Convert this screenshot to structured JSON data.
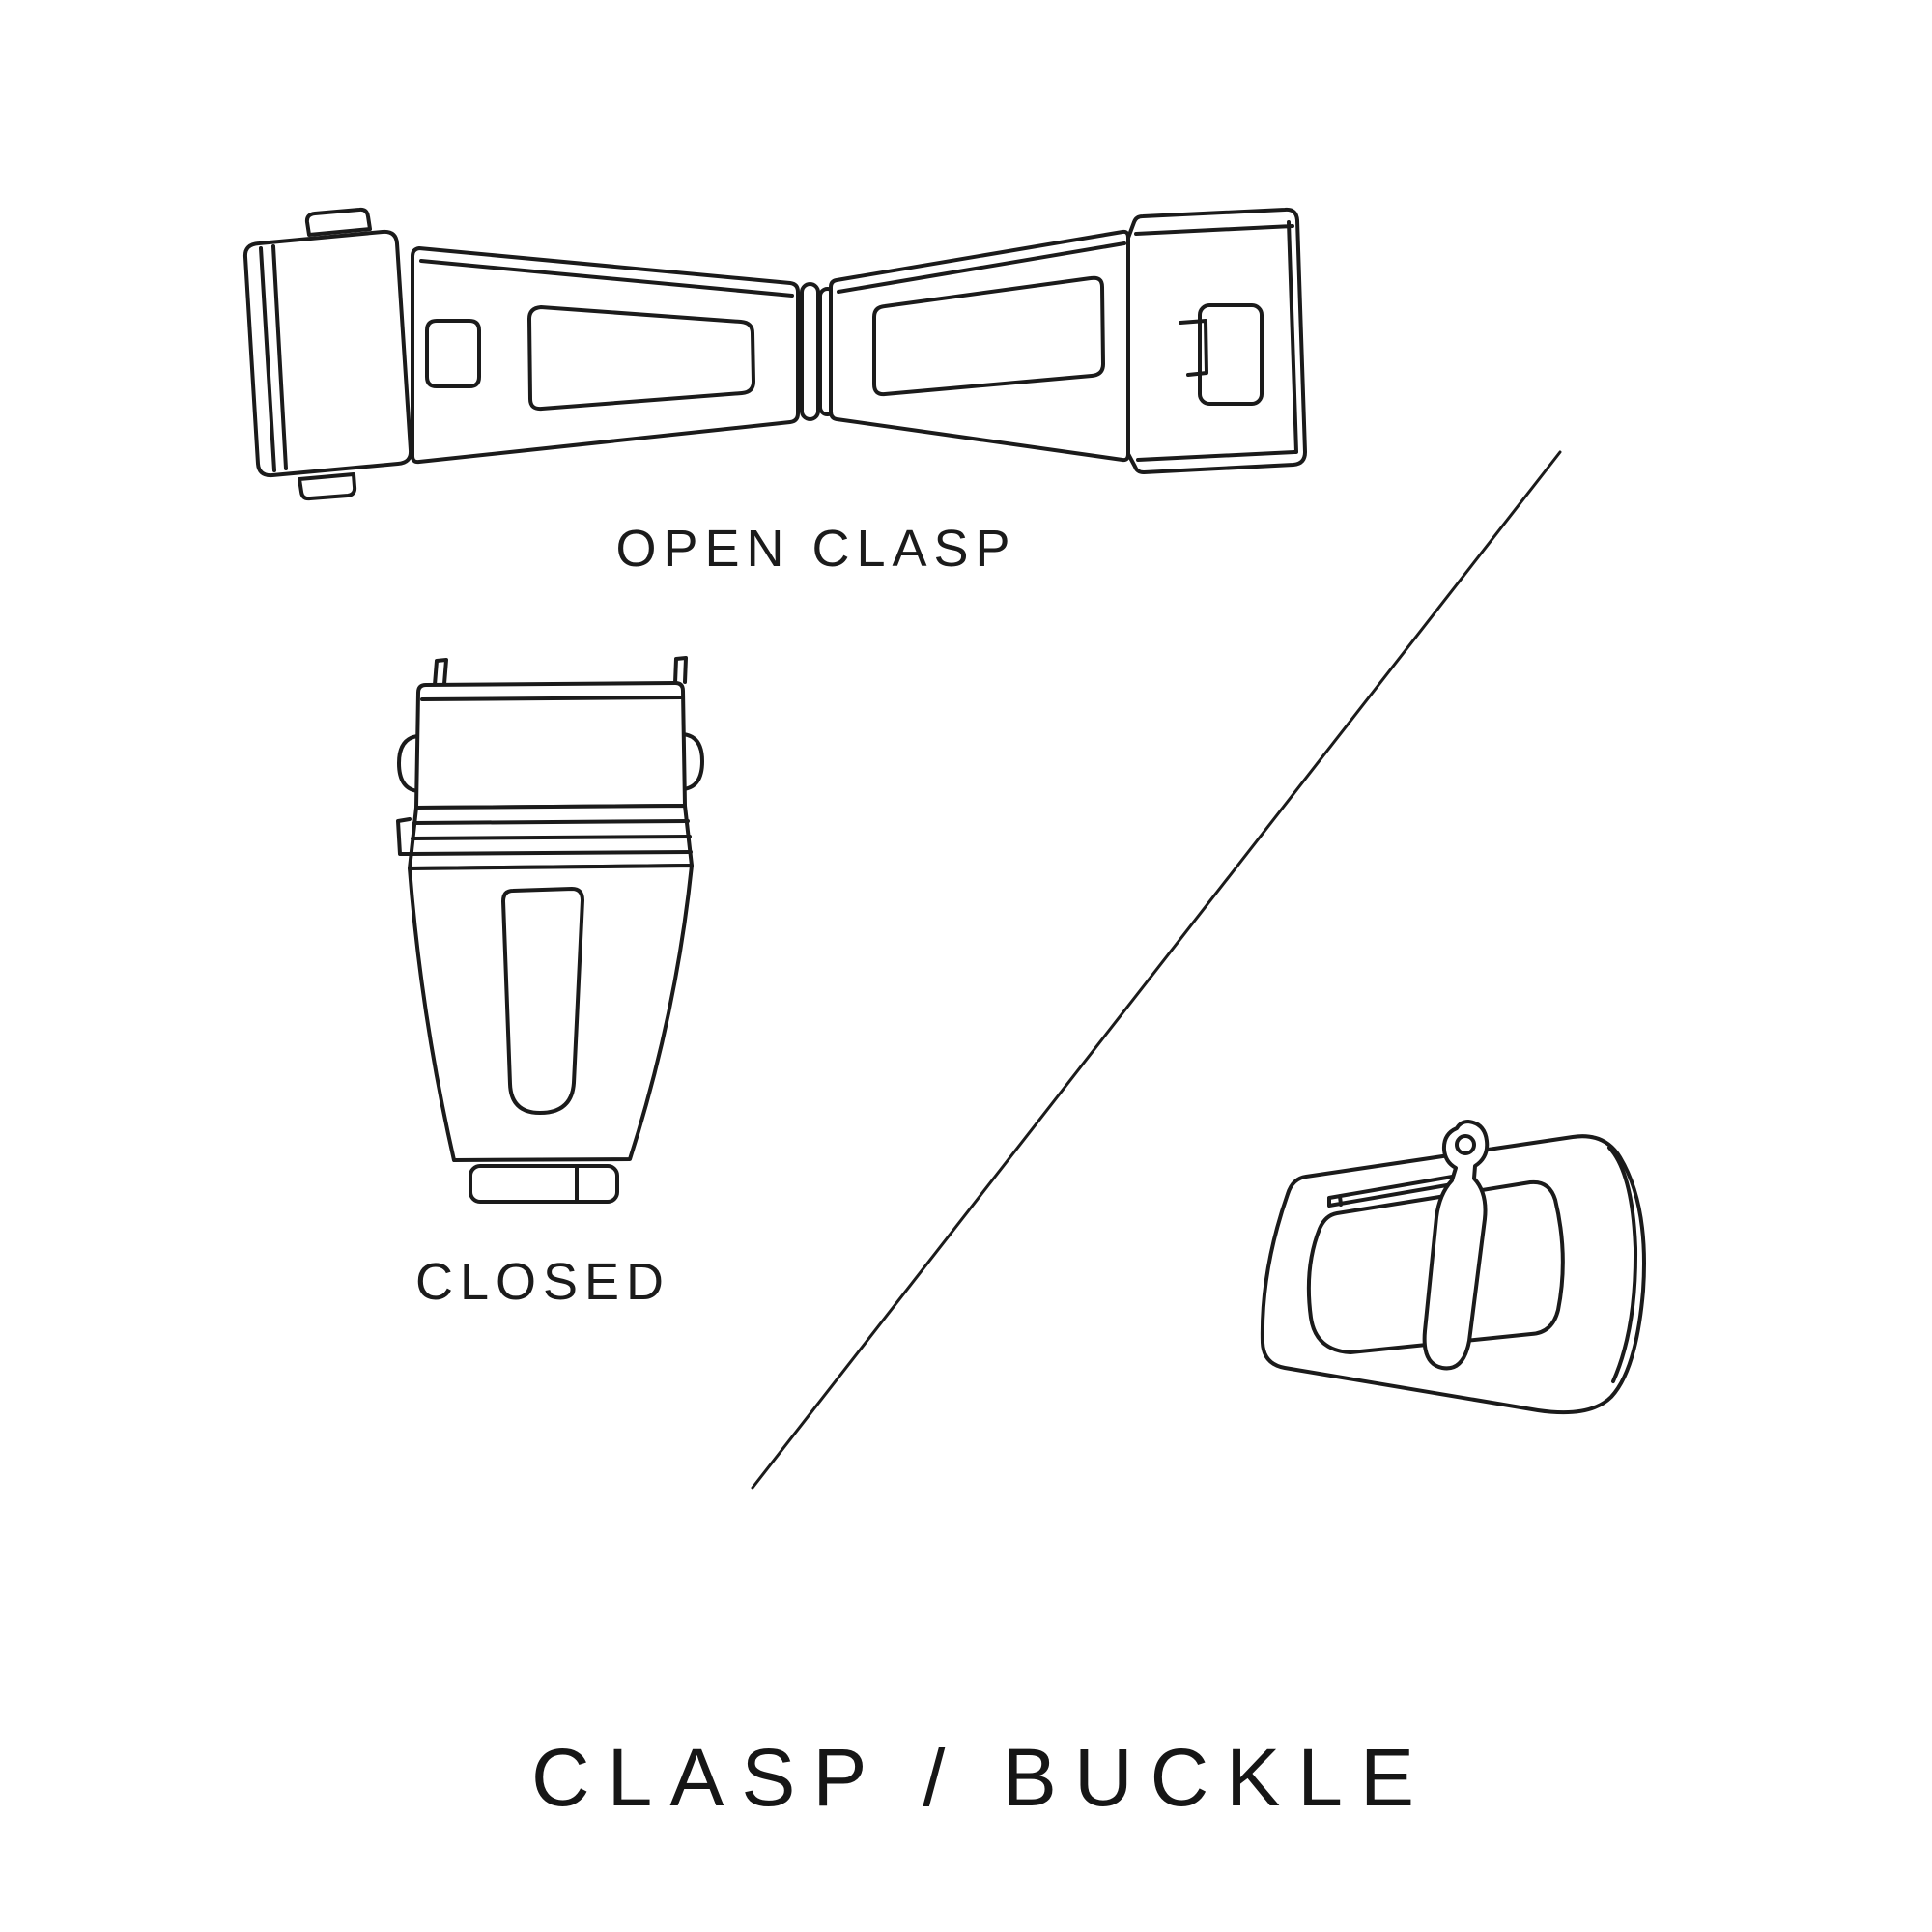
{
  "canvas": {
    "background": "#ffffff",
    "line_color": "#1b1b1b"
  },
  "figures": {
    "open_clasp": {
      "label": "OPEN CLASP"
    },
    "closed_clasp": {
      "label": "CLOSED"
    },
    "buckle": {
      "label": ""
    }
  },
  "title": "CLASP / BUCKLE"
}
